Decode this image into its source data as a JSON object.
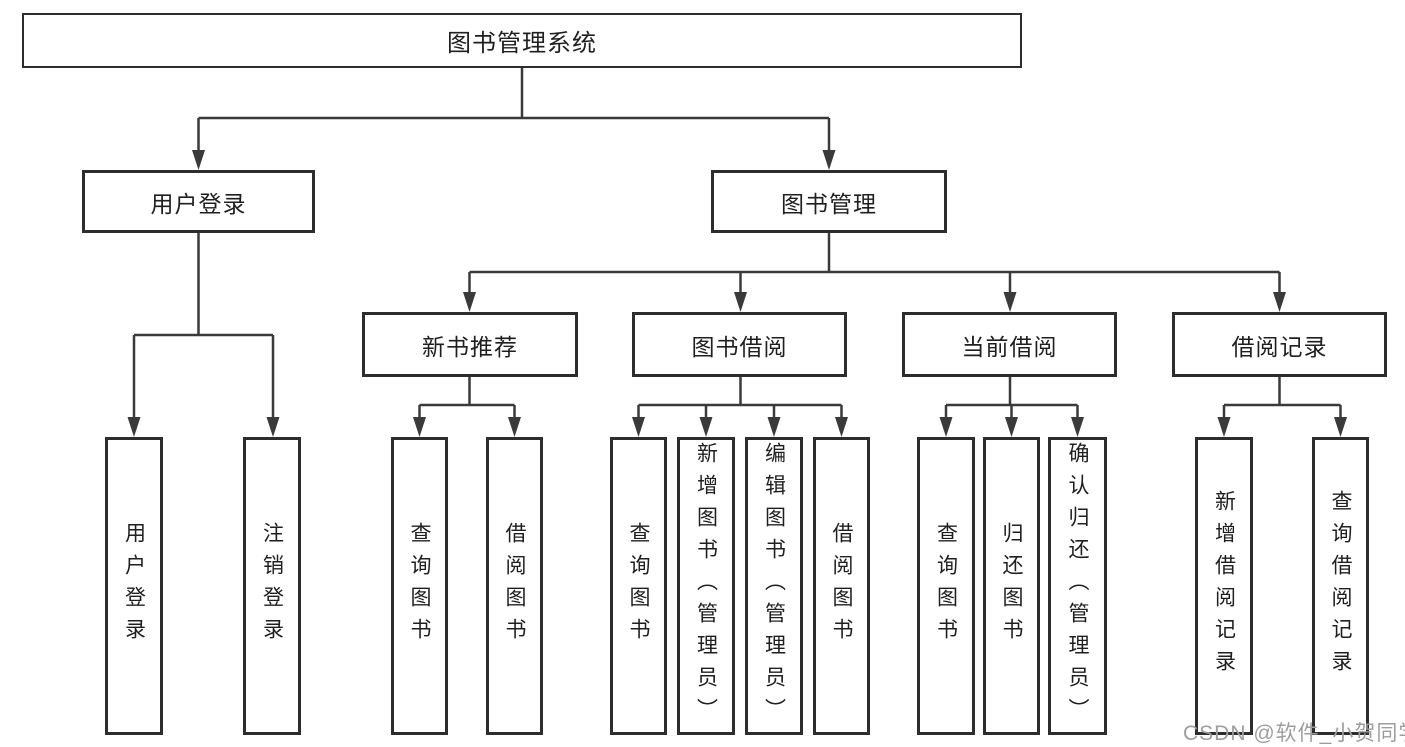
{
  "diagram_title": "图书管理系统",
  "watermark": "CSDN @软件_小贺同学",
  "colors": {
    "background": "#ffffff",
    "box_border": "#2d2d2d",
    "connector_line": "#3a3a3a",
    "text": "#1f1f1f",
    "watermark_text": "#9e9e9e"
  },
  "nodes": {
    "root": {
      "label": "图书管理系统"
    },
    "user_login": {
      "label": "用户登录"
    },
    "book_management": {
      "label": "图书管理"
    },
    "new_book_recommend": {
      "label": "新书推荐"
    },
    "book_borrowing": {
      "label": "图书借阅"
    },
    "current_borrowing": {
      "label": "当前借阅"
    },
    "borrowing_records": {
      "label": "借阅记录"
    },
    "leaf_user_login": {
      "label": "用户登录"
    },
    "leaf_logout_login": {
      "label": "注销登录"
    },
    "leaf_query_books_recommend": {
      "label": "查询图书"
    },
    "leaf_borrow_books_recommend": {
      "label": "借阅图书"
    },
    "leaf_query_books_borrowing": {
      "label": "查询图书"
    },
    "leaf_add_books_admin": {
      "label": "新增图书（管理员）"
    },
    "leaf_edit_books_admin": {
      "label": "编辑图书（管理员）"
    },
    "leaf_borrow_books_borrowing": {
      "label": "借阅图书"
    },
    "leaf_query_books_current": {
      "label": "查询图书"
    },
    "leaf_return_books": {
      "label": "归还图书"
    },
    "leaf_confirm_return_admin": {
      "label": "确认归还（管理员）"
    },
    "leaf_add_borrow_record": {
      "label": "新增借阅记录"
    },
    "leaf_query_borrow_record": {
      "label": "查询借阅记录"
    }
  }
}
